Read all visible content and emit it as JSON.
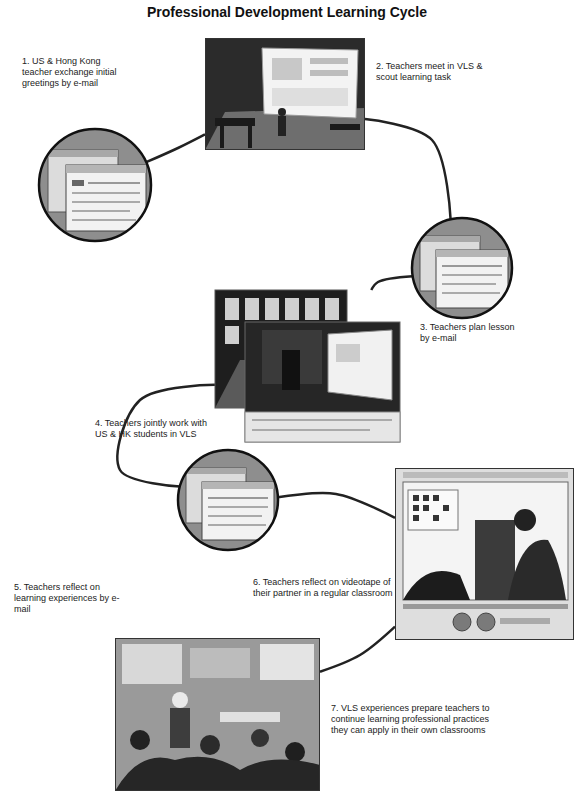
{
  "diagram": {
    "title": "Professional Development Learning Cycle",
    "nodes": [
      {
        "text": [
          "1. US & Hong Kong teacher exchange initial greetings by e-mail"
        ]
      },
      {
        "text": [
          "2. Teachers meet in VLS & scout learning task"
        ]
      },
      {
        "text": [
          "3. Teachers plan lesson by e-mail"
        ]
      },
      {
        "text": [
          "4. Teachers jointly work with US & HK students in VLS"
        ]
      },
      {
        "text": [
          "5. Teachers reflect on learning experiences by e-mail"
        ]
      },
      {
        "text": [
          "6. Teachers reflect on videotape of their partner in a regular classroom"
        ]
      },
      {
        "text": [
          "7. VLS experiences prepare teachers to continue learning professional practices they can apply in their own classrooms"
        ]
      }
    ],
    "edges": [
      {
        "from": 0,
        "to": 1,
        "arrow": "none"
      },
      {
        "from": 1,
        "to": 2,
        "arrow": "none"
      },
      {
        "from": 2,
        "to": 3,
        "arrow": "none"
      },
      {
        "from": 3,
        "to": 4,
        "arrow": "none"
      },
      {
        "from": 4,
        "to": 5,
        "arrow": "none"
      },
      {
        "from": 5,
        "to": 6,
        "arrow": "none"
      }
    ]
  }
}
